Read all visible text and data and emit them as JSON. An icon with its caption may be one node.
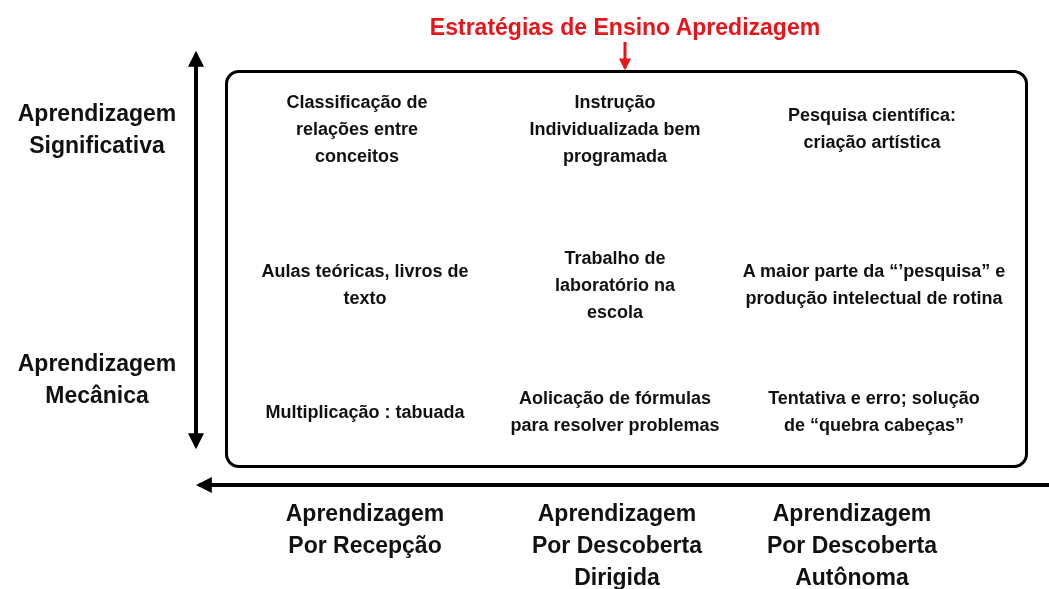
{
  "diagram": {
    "nodes": [
      {
        "text": [
          "Estratégias de Ensino Apredizagem"
        ]
      },
      {
        "text": [],
        "shape": "box"
      }
    ],
    "edges": [
      {
        "from": 0,
        "to": 1,
        "arrow": "to",
        "color": "#e8141a"
      }
    ],
    "labels": [
      "Aprendizagem Significativa",
      "Classificação de relações entre conceitos",
      "Instrução Individualizada bem programada",
      "Pesquisa científica: criação artística",
      "Aulas teóricas, livros de texto",
      "Trabalho de laboratório na escola",
      "A maior parte da “’pesquisa” e produção intelectual de rotina",
      "Aprendizagem Mecânica",
      "Multiplicação : tabuada",
      "Aolicação de fórmulas para resolver problemas",
      "Tentativa e erro; solução de “quebra cabeças”",
      "Aprendizagem Por Recepção",
      "Aprendizagem Por Descoberta Dirigida",
      "Aprendizagem Por Descoberta Autônoma"
    ]
  }
}
